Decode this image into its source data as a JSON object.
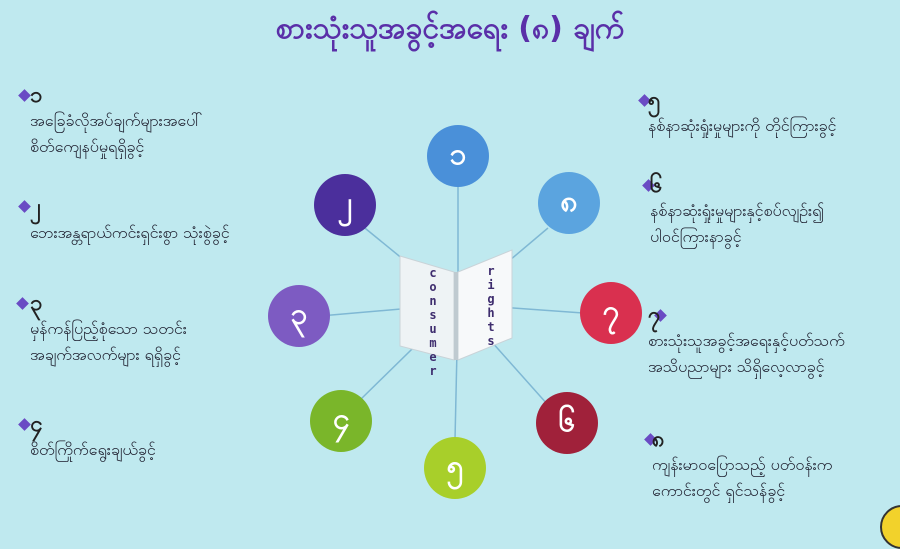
{
  "title": "စားသုံးသူအခွင့်အရေး (၈) ချက်",
  "center": {
    "left_word": "consumer",
    "right_word": "rights"
  },
  "colors": {
    "background": "#bfe9ef",
    "title": "#5a2fa8",
    "n1": "#4a90d9",
    "n2": "#4b2f9c",
    "n3": "#7d5bc2",
    "n4": "#7ab62a",
    "n5": "#a8cf2a",
    "n6": "#a0213a",
    "n7": "#d9304f",
    "n8": "#5ba4df"
  },
  "numbers": {
    "n1": "၁",
    "n2": "၂",
    "n3": "၃",
    "n4": "၄",
    "n5": "၅",
    "n6": "၆",
    "n7": "၇",
    "n8": "၈"
  },
  "items": {
    "i1": {
      "num": "၁",
      "line1": "အခြေခံလိုအပ်ချက်များအပေါ်",
      "line2": "စိတ်ကျေနပ်မှုရရှိခွင့်"
    },
    "i2": {
      "num": "၂",
      "line1": "ဘေးအန္တရာယ်ကင်းရှင်းစွာ သုံးစွဲခွင့်"
    },
    "i3": {
      "num": "၃",
      "line1": "မှန်ကန်ပြည့်စုံသော သတင်း",
      "line2": "အချက်အလက်များ ရရှိခွင့်"
    },
    "i4": {
      "num": "၄",
      "line1": "စိတ်ကြိုက်ရွေးချယ်ခွင့်"
    },
    "i5": {
      "num": "၅",
      "line1": "နစ်နာဆုံးရှုံးမှုများကို တိုင်ကြားခွင့်"
    },
    "i6": {
      "num": "၆",
      "line1": "နစ်နာဆုံးရှုံးမှုများနှင့်စပ်လျဉ်း၍",
      "line2": "ပါဝင်ကြားနာခွင့်"
    },
    "i7": {
      "num": "၇",
      "line1": "စားသုံးသူအခွင့်အရေးနှင့်ပတ်သက်",
      "line2": "အသိပညာများ သိရှိလေ့လာခွင့်"
    },
    "i8": {
      "num": "၈",
      "line1": "ကျန်းမာဝပြောသည့် ပတ်ဝန်းက",
      "line2": "ကောင်းတွင် ရှင်သန်ခွင့်"
    }
  }
}
